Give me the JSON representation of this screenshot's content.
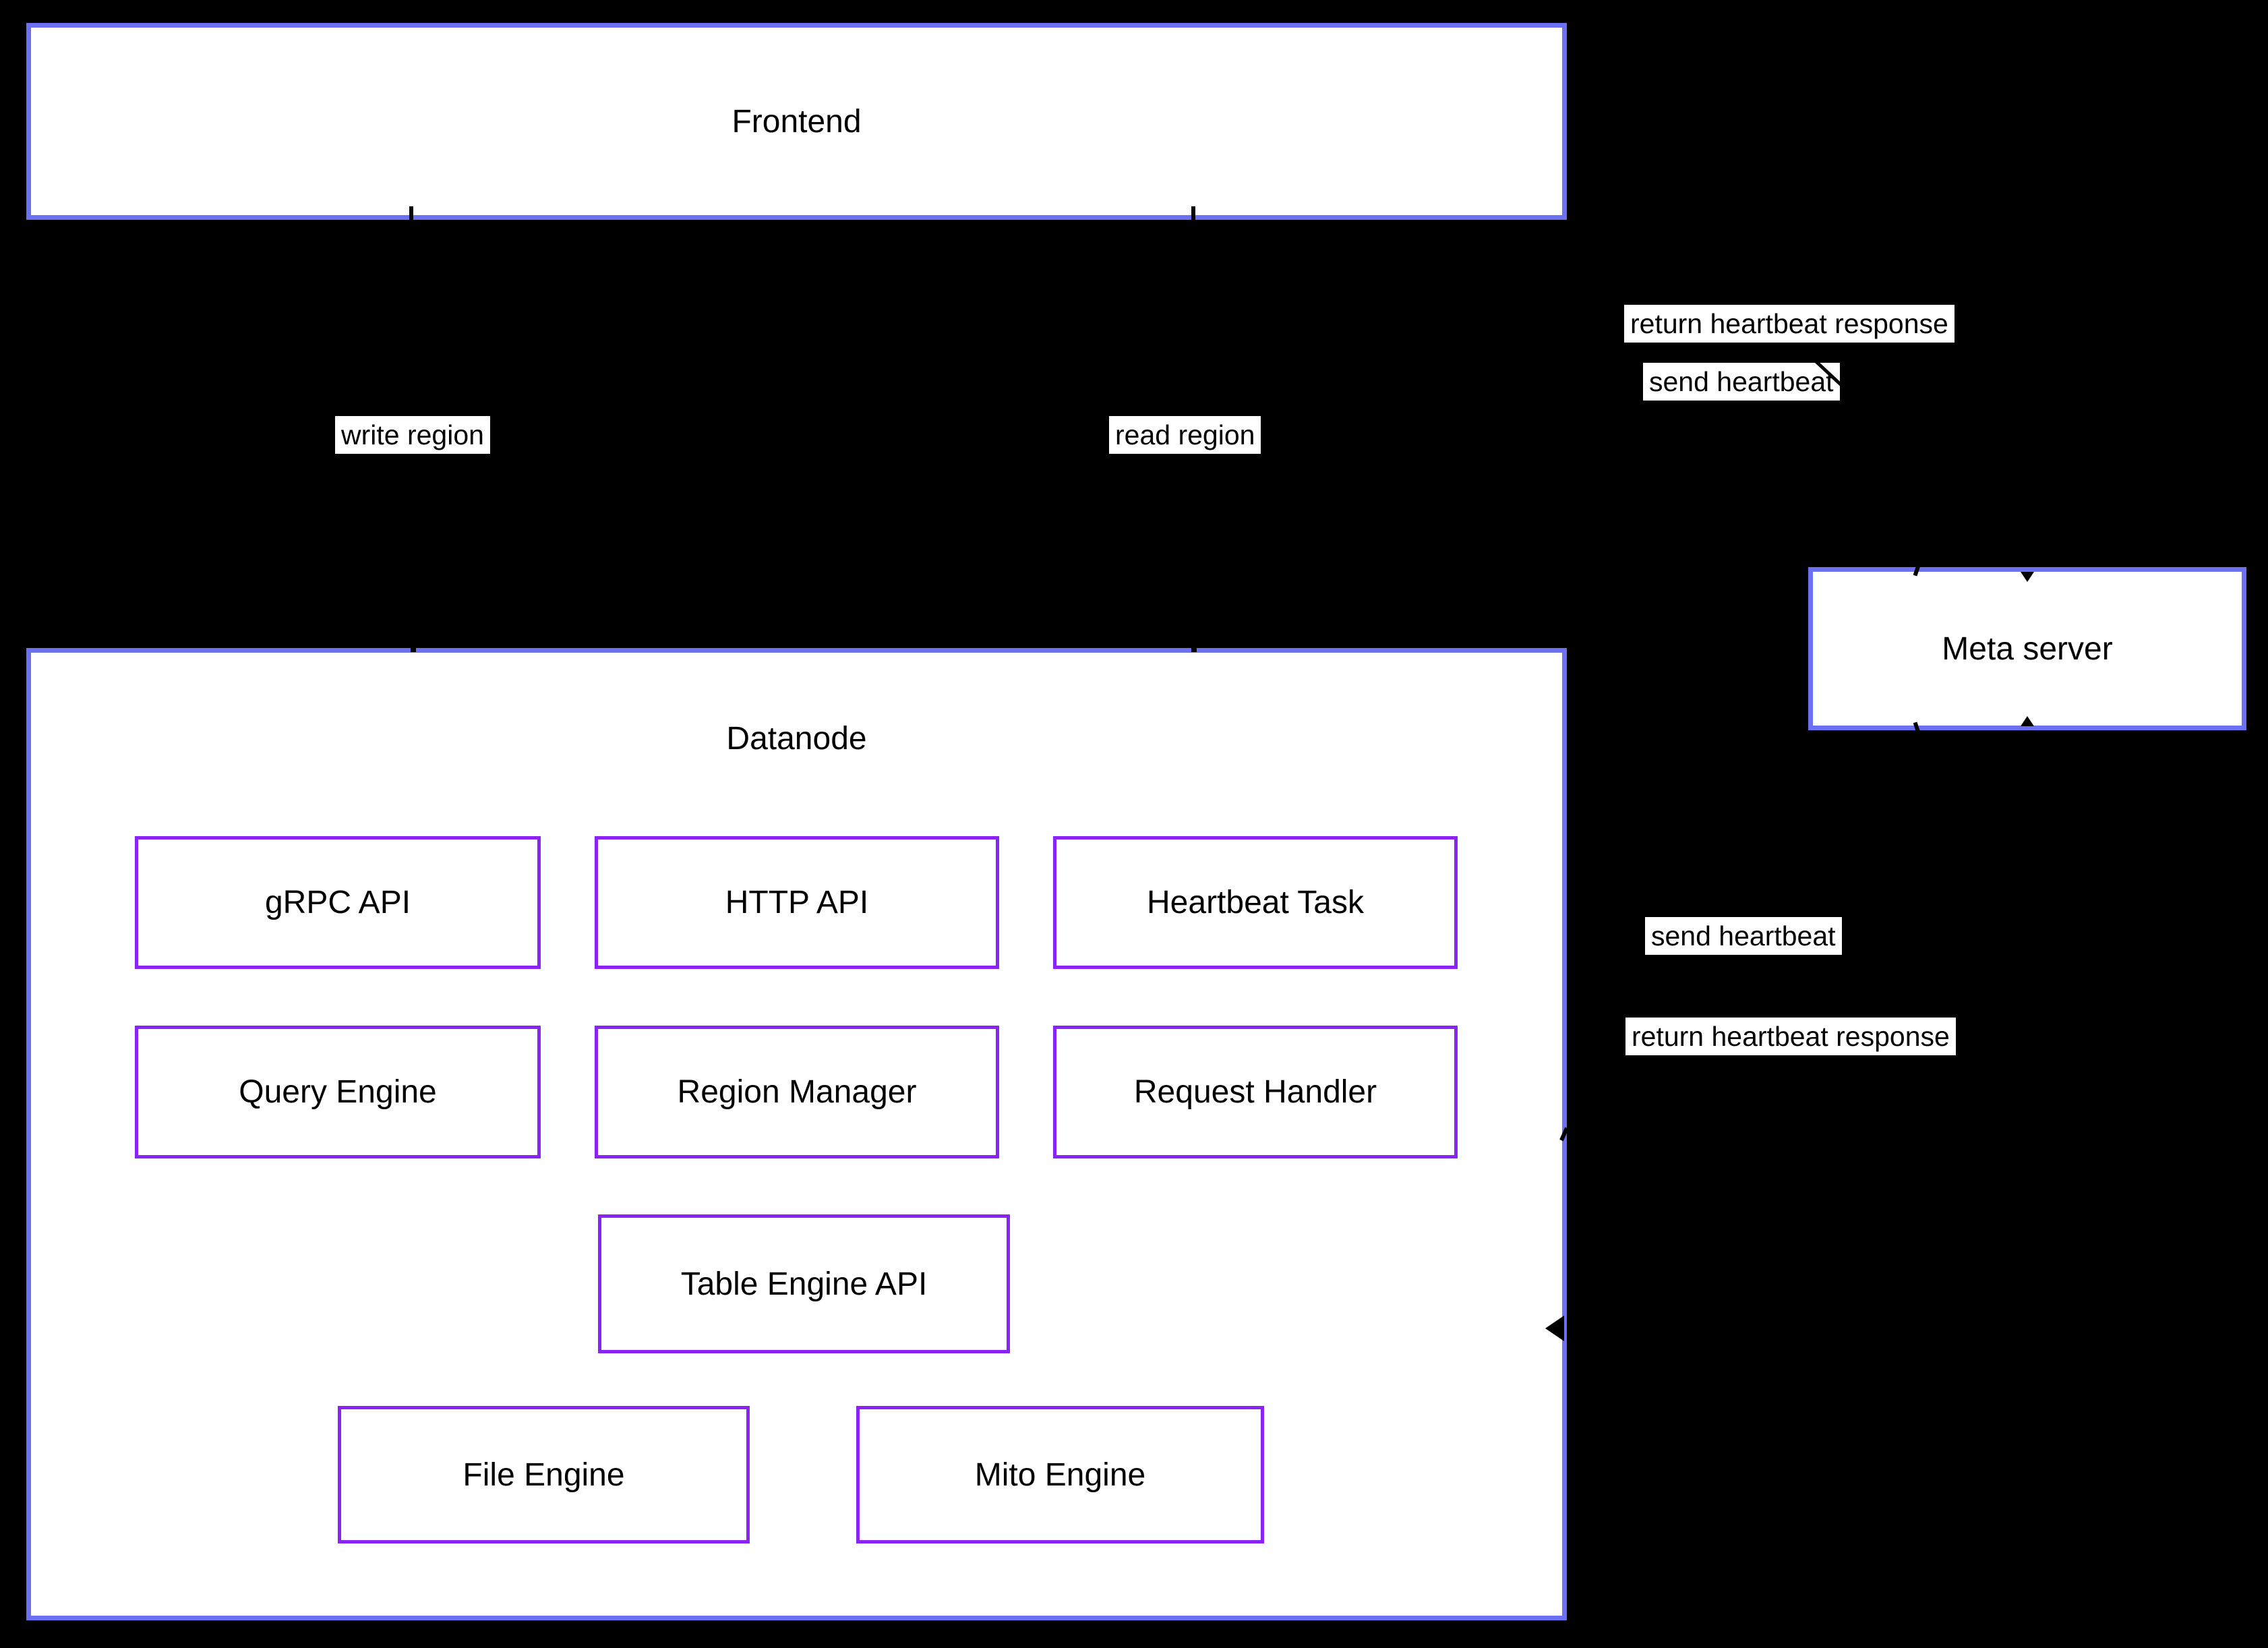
{
  "colors": {
    "background": "#000000",
    "outer_border": "#6c70f3",
    "inner_border": "#8a24f5",
    "node_fill": "#ffffff",
    "label_bg": "#ffffff",
    "label_text": "#000000"
  },
  "nodes": {
    "frontend": "Frontend",
    "datanode": "Datanode",
    "meta_server": "Meta server",
    "grpc_api": "gRPC API",
    "http_api": "HTTP API",
    "heartbeat_task": "Heartbeat Task",
    "query_engine": "Query Engine",
    "region_manager": "Region Manager",
    "request_handler": "Request Handler",
    "table_engine_api": "Table Engine API",
    "file_engine": "File Engine",
    "mito_engine": "Mito Engine"
  },
  "edge_labels": {
    "return_heartbeat_top": "return heartbeat response",
    "send_heartbeat_top": "send heartbeat",
    "write_region": "write region",
    "read_region": "read region",
    "send_heartbeat_bottom": "send heartbeat",
    "return_heartbeat_bottom": "return heartbeat response"
  }
}
